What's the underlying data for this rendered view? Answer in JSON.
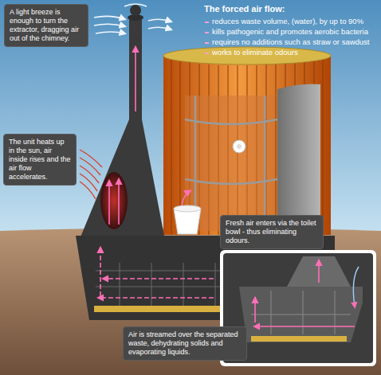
{
  "diagram": {
    "nodes": [
      {
        "text": [
          "A light breeze is enough to turn the extractor, dragging air out of the chimney."
        ]
      },
      {
        "text": [
          "The unit heats up in the sun, air inside rises and the air flow accelerates."
        ]
      },
      {
        "text": [
          "Fresh air enters via the toilet bowl - thus eliminating odours."
        ]
      },
      {
        "text": [
          "Air is streamed over the separated waste, dehydrating solids and evaporating liquids."
        ]
      }
    ],
    "edges": [],
    "labels": [
      "The forced air flow:",
      "reduces waste volume, (water), by up to 90%",
      "kills pathogenic and promotes aerobic bacteria",
      "requires no additions such as straw or sawdust",
      "works to eliminate odours"
    ]
  }
}
